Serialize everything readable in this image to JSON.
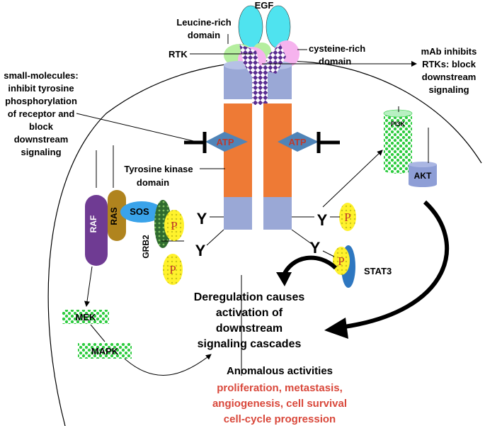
{
  "labels": {
    "egf": "EGF",
    "leucine_rich": [
      "Leucine-rich",
      "domain"
    ],
    "rtk": "RTK",
    "cysteine_rich": [
      "cysteine-rich",
      "domain"
    ],
    "mab": [
      "mAb inhibits",
      "RTKs: block",
      "downstream",
      "signaling"
    ],
    "small_molecules": [
      "small-molecules:",
      "inhibit  tyrosine",
      "phosphorylation",
      "of receptor and",
      "block",
      "downstream",
      "signaling"
    ],
    "atp": "ATP",
    "pi3k": "PI3K",
    "akt": "AKT",
    "tk_domain": [
      "Tyrosine kinase",
      "domain"
    ],
    "raf": "RAF",
    "ras": "RAS",
    "sos": "SOS",
    "grb2": "GRB2",
    "p": "P",
    "y": "Y",
    "stat3": "STAT3",
    "mek": "MEK",
    "mapk": "MAPK",
    "deregulation": [
      "Deregulation causes",
      "activation of",
      "downstream",
      "signaling cascades"
    ],
    "anomalous": "Anomalous activities",
    "outcomes": [
      "proliferation, metastasis,",
      "angiogenesis, cell survival",
      "cell-cycle progression"
    ]
  },
  "colors": {
    "egf": "#4fe3ef",
    "leucine": "#b5ee9f",
    "cysteine": "#f6b3ee",
    "checker": "#5a2d91",
    "receptor_blue": "#9aa8d6",
    "kinase_orange": "#ee7a35",
    "atp_fill": "#4f84b8",
    "atp_text": "#c0392b",
    "raf": "#6f3b93",
    "ras": "#b0841e",
    "sos": "#3aa3ea",
    "grb2": "#2f6b2f",
    "p_yellow": "#fff22c",
    "stat3": "#2e77c0",
    "green_pattern": "#2ecc40",
    "akt": "#8e9ed6",
    "outcome_red": "#d9483b"
  }
}
